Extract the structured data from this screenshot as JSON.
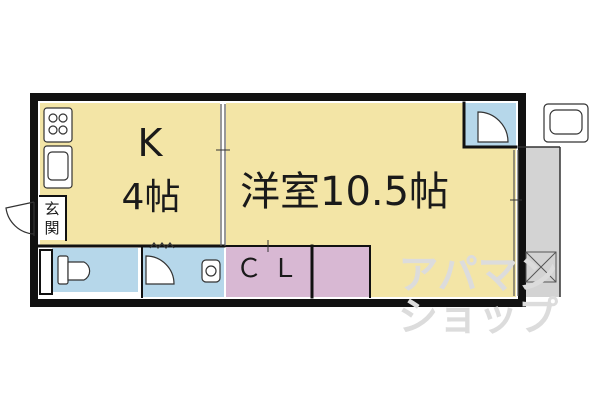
{
  "rooms": {
    "kitchen_label": "K",
    "kitchen_size": "4帖",
    "western_room": "洋室10.5帖",
    "closet": "ＣＬ",
    "entrance": "玄関"
  },
  "watermark": {
    "line1": "アパマン",
    "line2": "ショップ"
  },
  "colors": {
    "room_fill": "#f3e5a6",
    "water_area_fill": "#b6d7ea",
    "closet_fill": "#d8b8d3",
    "balcony_fill": "#d3d3d3",
    "wall": "#111111"
  }
}
